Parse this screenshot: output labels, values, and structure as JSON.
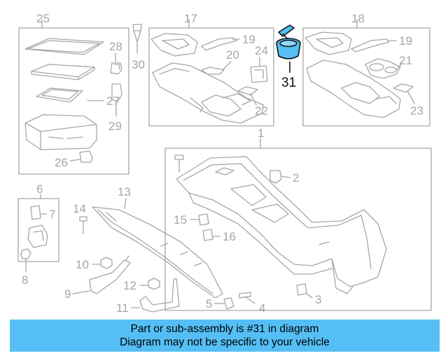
{
  "diagram": {
    "highlight_color": "#55bff5",
    "line_color": "#a6a6a6",
    "callouts": {
      "c25": "25",
      "c17": "17",
      "c18": "18",
      "c28": "28",
      "c30": "30",
      "c27": "27",
      "c29": "29",
      "c26": "26",
      "c19a": "19",
      "c20": "20",
      "c24": "24",
      "c22": "22",
      "c31": "31",
      "c19b": "19",
      "c21": "21",
      "c23": "23",
      "c1": "1",
      "c2": "2",
      "c6": "6",
      "c7": "7",
      "c13": "13",
      "c14": "14",
      "c15": "15",
      "c16": "16",
      "c8": "8",
      "c10": "10",
      "c9": "9",
      "c12": "12",
      "c11": "11",
      "c5": "5",
      "c4": "4",
      "c3": "3"
    }
  },
  "banner": {
    "line1": "Part or sub-assembly is #31 in diagram",
    "line2": "Diagram may not be specific to your vehicle",
    "background": "#55bff5"
  }
}
